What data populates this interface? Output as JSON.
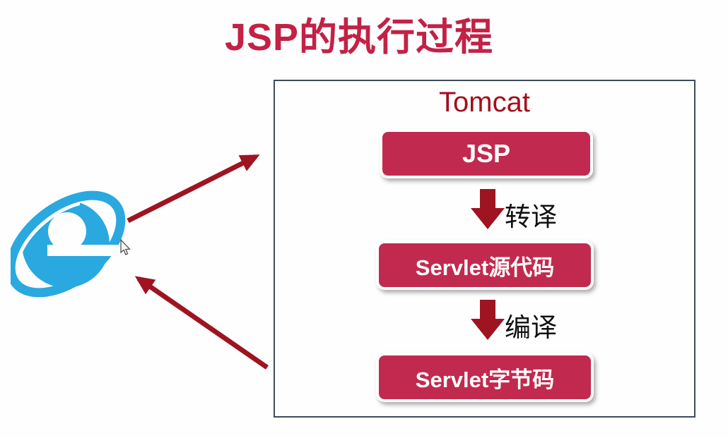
{
  "title": "JSP的执行过程",
  "browser": {
    "name": "Internet Explorer",
    "icon": "internet-explorer-icon"
  },
  "tomcat": {
    "label": "Tomcat",
    "nodes": [
      {
        "label": "JSP"
      },
      {
        "label": "Servlet源代码"
      },
      {
        "label": "Servlet字节码"
      }
    ],
    "steps": [
      {
        "label": "转译"
      },
      {
        "label": "编译"
      }
    ]
  },
  "arrows": {
    "request": "browser-to-tomcat",
    "response": "tomcat-to-browser"
  },
  "colors": {
    "title_red": "#c32146",
    "node_crimson": "#c12a4e",
    "arrow_red": "#9e1421",
    "tomcat_label_red": "#a50d1e",
    "ie_blue": "#29a9e0",
    "box_border": "#3e4a5f",
    "step_label_black": "#111111"
  }
}
